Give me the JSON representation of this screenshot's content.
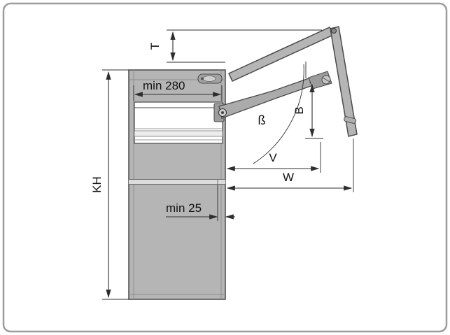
{
  "labels": {
    "t": "T",
    "min_depth": "min 280",
    "cabinet_height": "KH",
    "min_gap": "min 25",
    "v": "V",
    "w": "W",
    "b": "B",
    "beta": "ß"
  },
  "colors": {
    "panel_gray": "#b5b5b5",
    "fitting_gray": "#9c9c9c",
    "mechanism_white": "#ffffff",
    "outline": "#4a4a4a",
    "dimension_line": "#2e2e2e",
    "frame_border": "#9c9c9c",
    "background": "#ffffff"
  }
}
